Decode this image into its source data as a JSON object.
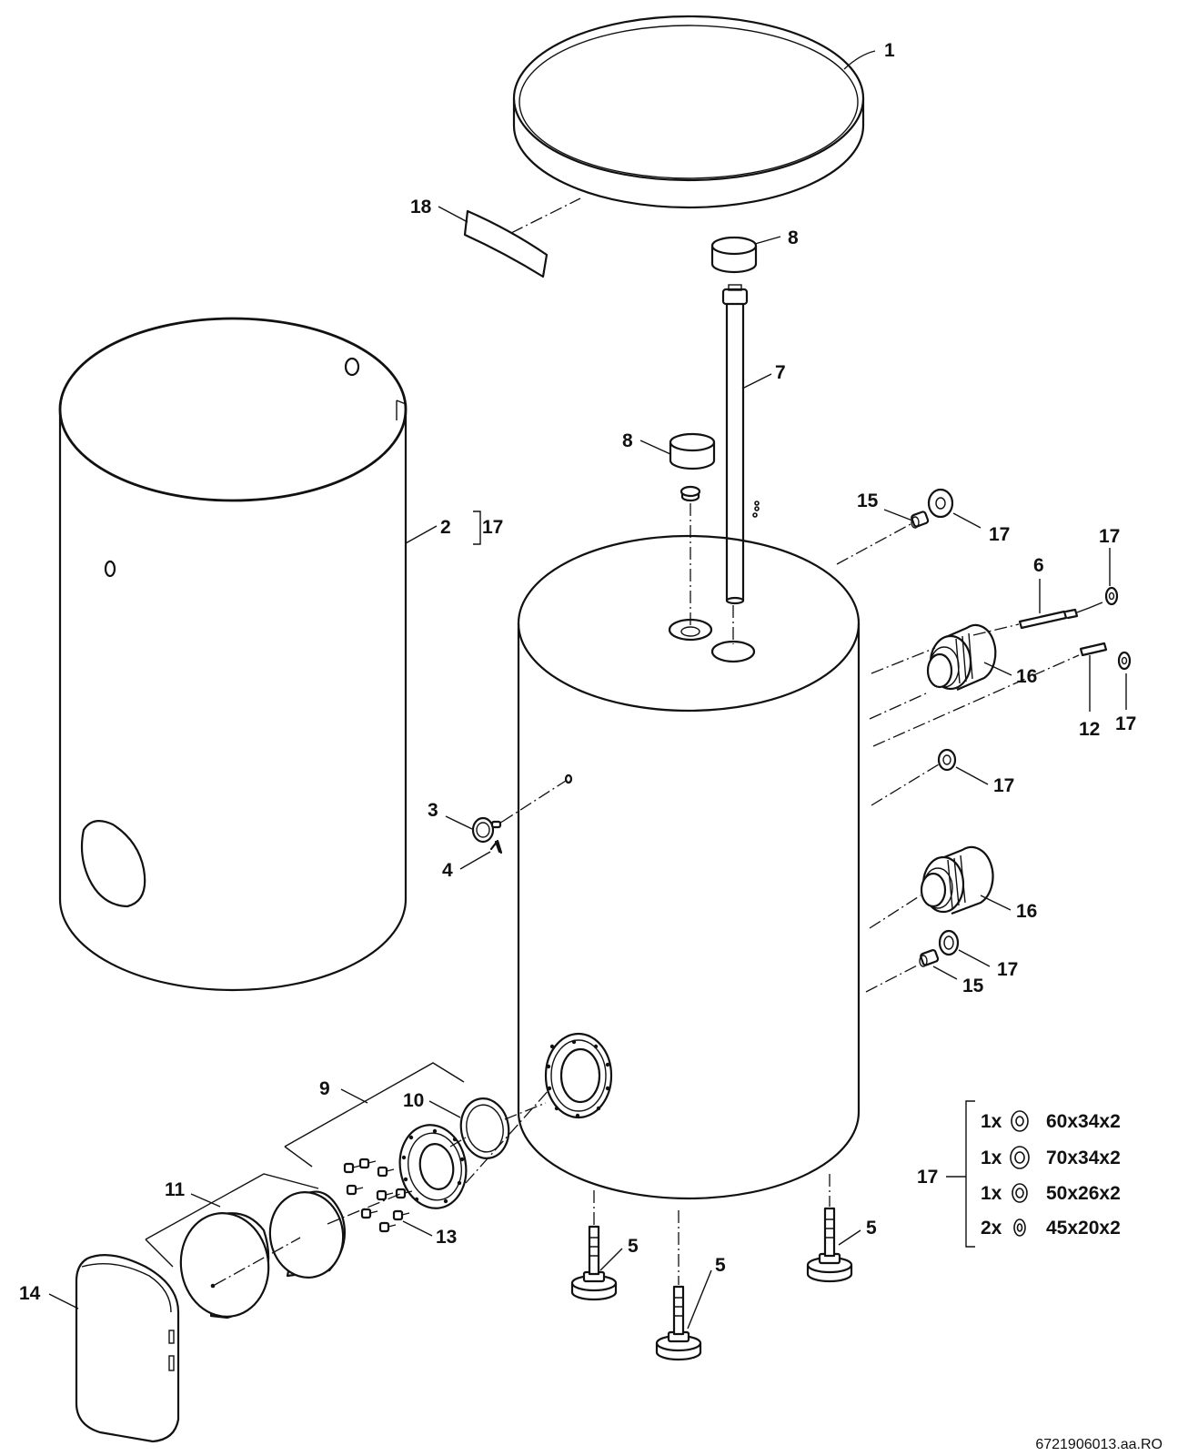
{
  "callouts": {
    "c1": "1",
    "c2": "2",
    "c2b": "17",
    "c3": "3",
    "c4": "4",
    "c5a": "5",
    "c5b": "5",
    "c5c": "5",
    "c6": "6",
    "c7": "7",
    "c8a": "8",
    "c8b": "8",
    "c9": "9",
    "c10": "10",
    "c11": "11",
    "c12": "12",
    "c13": "13",
    "c14": "14",
    "c15a": "15",
    "c15b": "15",
    "c16a": "16",
    "c16b": "16",
    "c17a": "17",
    "c17b": "17",
    "c17c": "17",
    "c17d": "17",
    "c17e": "17",
    "c17f": "17",
    "c18": "18"
  },
  "seal_kit": {
    "label": "17",
    "rows": [
      {
        "qty": "1x",
        "size": "60x34x2"
      },
      {
        "qty": "1x",
        "size": "70x34x2"
      },
      {
        "qty": "1x",
        "size": "50x26x2"
      },
      {
        "qty": "2x",
        "size": "45x20x2"
      }
    ]
  },
  "drawing_code": "6721906013.aa.RO"
}
